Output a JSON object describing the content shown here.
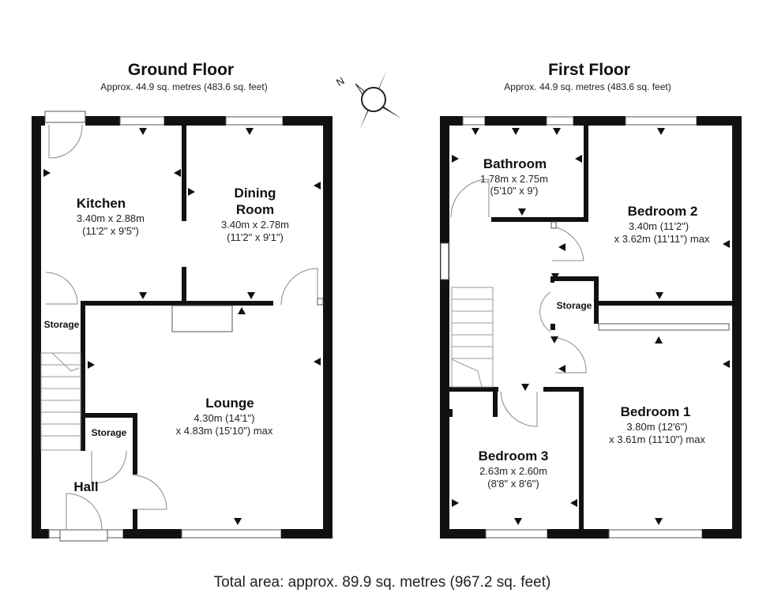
{
  "ground_floor": {
    "title": "Ground Floor",
    "area": "Approx. 44.9 sq. metres (483.6 sq. feet)",
    "rooms": {
      "kitchen": {
        "name": "Kitchen",
        "dim1": "3.40m x 2.88m",
        "dim2": "(11'2\" x 9'5\")"
      },
      "dining": {
        "name1": "Dining",
        "name2": "Room",
        "dim1": "3.40m x 2.78m",
        "dim2": "(11'2\" x 9'1\")"
      },
      "lounge": {
        "name": "Lounge",
        "dim1": "4.30m (14'1\")",
        "dim2": "x 4.83m (15'10\") max"
      },
      "storage_left": {
        "name": "Storage"
      },
      "storage_hall": {
        "name": "Storage"
      },
      "hall": {
        "name": "Hall"
      }
    }
  },
  "first_floor": {
    "title": "First Floor",
    "area": "Approx. 44.9 sq. metres (483.6 sq. feet)",
    "rooms": {
      "bathroom": {
        "name": "Bathroom",
        "dim1": "1.78m x 2.75m",
        "dim2": "(5'10\" x 9')"
      },
      "bedroom2": {
        "name": "Bedroom 2",
        "dim1": "3.40m (11'2\")",
        "dim2": "x 3.62m (11'11\") max"
      },
      "storage": {
        "name": "Storage"
      },
      "bedroom1": {
        "name": "Bedroom 1",
        "dim1": "3.80m (12'6\")",
        "dim2": "x 3.61m (11'10\") max"
      },
      "bedroom3": {
        "name": "Bedroom 3",
        "dim1": "2.63m x 2.60m",
        "dim2": "(8'8\" x 8'6\")"
      }
    }
  },
  "compass": {
    "label": "N",
    "icon": "compass-rose-icon"
  },
  "total_area": "Total area: approx. 89.9 sq. metres (967.2 sq. feet)"
}
